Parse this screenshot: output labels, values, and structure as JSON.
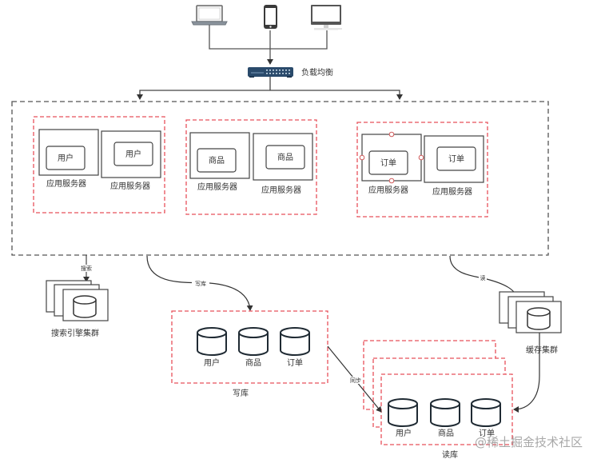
{
  "clients": [
    {
      "name": "laptop"
    },
    {
      "name": "mobile-phone"
    },
    {
      "name": "desktop-monitor"
    }
  ],
  "load_balancer": {
    "label": "负载均衡"
  },
  "app_cluster": {
    "groups": [
      {
        "module": "用户",
        "servers": [
          {
            "label": "应用服务器"
          },
          {
            "label": "应用服务器"
          }
        ]
      },
      {
        "module": "商品",
        "servers": [
          {
            "label": "应用服务器"
          },
          {
            "label": "应用服务器"
          }
        ]
      },
      {
        "module": "订单",
        "servers": [
          {
            "label": "应用服务器"
          },
          {
            "label": "应用服务器"
          }
        ]
      }
    ]
  },
  "search_cluster": {
    "label": "搜索引擎集群",
    "edge_label": "搜索"
  },
  "cache_cluster": {
    "label": "缓存集群",
    "edge_label": "读"
  },
  "write_db": {
    "label": "写库",
    "edge_label": "写库",
    "dbs": [
      "用户",
      "商品",
      "订单"
    ]
  },
  "read_db": {
    "label": "读库",
    "sync_label": "同步",
    "dbs": [
      "用户",
      "商品",
      "订单"
    ]
  },
  "watermark": "@稀土掘金技术社区",
  "colors": {
    "line": "#333333",
    "red_dash": "#e8505b",
    "gray_dash": "#555555",
    "switch": "#2a4a6b"
  }
}
